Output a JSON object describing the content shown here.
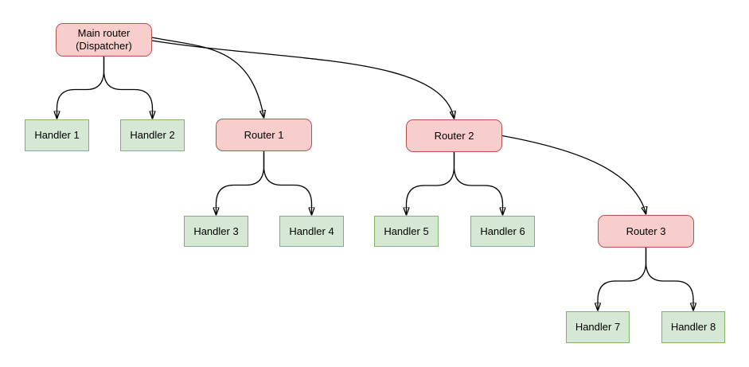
{
  "diagram": {
    "type": "flowchart-tree",
    "nodes": [
      {
        "id": "main-router",
        "type": "router",
        "label": "Main router (Dispatcher)",
        "lines": [
          "Main router",
          "(Dispatcher)"
        ]
      },
      {
        "id": "handler-1",
        "type": "handler",
        "label": "Handler 1"
      },
      {
        "id": "handler-2",
        "type": "handler",
        "label": "Handler 2"
      },
      {
        "id": "router-1",
        "type": "router",
        "label": "Router 1"
      },
      {
        "id": "router-2",
        "type": "router",
        "label": "Router 2"
      },
      {
        "id": "handler-3",
        "type": "handler",
        "label": "Handler 3"
      },
      {
        "id": "handler-4",
        "type": "handler",
        "label": "Handler 4"
      },
      {
        "id": "handler-5",
        "type": "handler",
        "label": "Handler 5"
      },
      {
        "id": "handler-6",
        "type": "handler",
        "label": "Handler 6"
      },
      {
        "id": "router-3",
        "type": "router",
        "label": "Router 3"
      },
      {
        "id": "handler-7",
        "type": "handler",
        "label": "Handler 7"
      },
      {
        "id": "handler-8",
        "type": "handler",
        "label": "Handler 8"
      }
    ],
    "edges": [
      {
        "from": "main-router",
        "to": "handler-1"
      },
      {
        "from": "main-router",
        "to": "handler-2"
      },
      {
        "from": "main-router",
        "to": "router-1"
      },
      {
        "from": "main-router",
        "to": "router-2"
      },
      {
        "from": "router-1",
        "to": "handler-3"
      },
      {
        "from": "router-1",
        "to": "handler-4"
      },
      {
        "from": "router-2",
        "to": "handler-5"
      },
      {
        "from": "router-2",
        "to": "handler-6"
      },
      {
        "from": "router-2",
        "to": "router-3"
      },
      {
        "from": "router-3",
        "to": "handler-7"
      },
      {
        "from": "router-3",
        "to": "handler-8"
      }
    ]
  },
  "colors": {
    "router-fill": "#f8cecc",
    "router-border": "#b85450",
    "handler-fill": "#d5e8d4",
    "handler-border": "#82b366",
    "edge": "#000000",
    "canvas-bg": "#ffffff"
  }
}
